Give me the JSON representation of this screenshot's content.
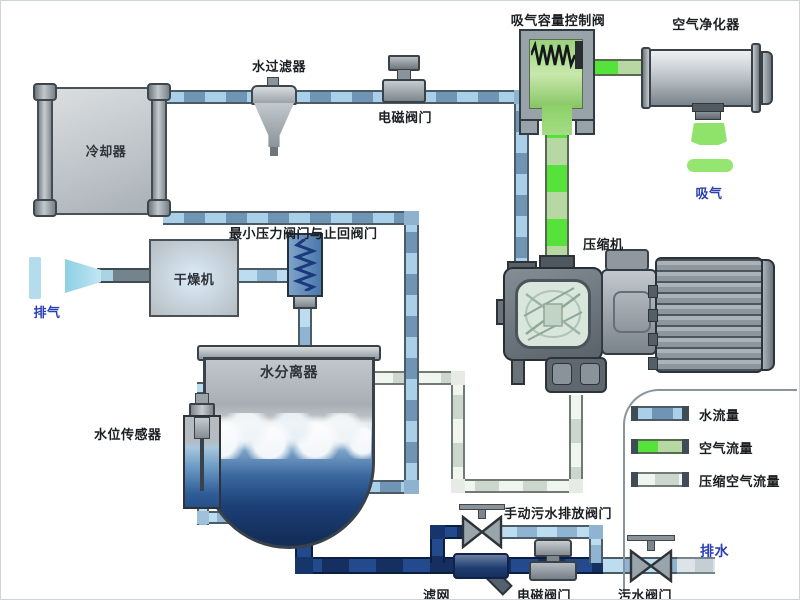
{
  "labels": {
    "suction_valve": "吸气容量控制阀",
    "air_purifier": "空气净化器",
    "water_filter": "水过滤器",
    "solenoid_top": "电磁阀门",
    "cooler": "冷却器",
    "intake": "吸气",
    "min_pressure_valve": "最小压力阀门与止回阀门",
    "compressor": "压缩机",
    "dryer": "干燥机",
    "exhaust": "排气",
    "water_separator": "水分离器",
    "water_level_sensor": "水位传感器",
    "manual_drain_valve": "手动污水排放阀门",
    "strainer": "滤网",
    "solenoid_bottom": "电磁阀门",
    "sewage_valve": "污水阀门",
    "drain": "排水"
  },
  "legend": {
    "items": [
      {
        "type": "water-flow",
        "label": "水流量",
        "color": "#a9d0e8"
      },
      {
        "type": "air-flow",
        "label": "空气流量",
        "color": "#55e23a"
      },
      {
        "type": "compressed-air-flow",
        "label": "压缩空气流量",
        "color": "#f1f5f0"
      }
    ]
  },
  "colors": {
    "water_pipe_light": "#a9d0e8",
    "water_pipe_dark": "#7094b4",
    "air_pipe_green": "#55e23a",
    "compressed_air_pipe": "#f1f5f0",
    "drain_pipe_navy": "#142f60",
    "label_text": "#1c1f22",
    "flow_label_blue": "#2b3fb5"
  }
}
